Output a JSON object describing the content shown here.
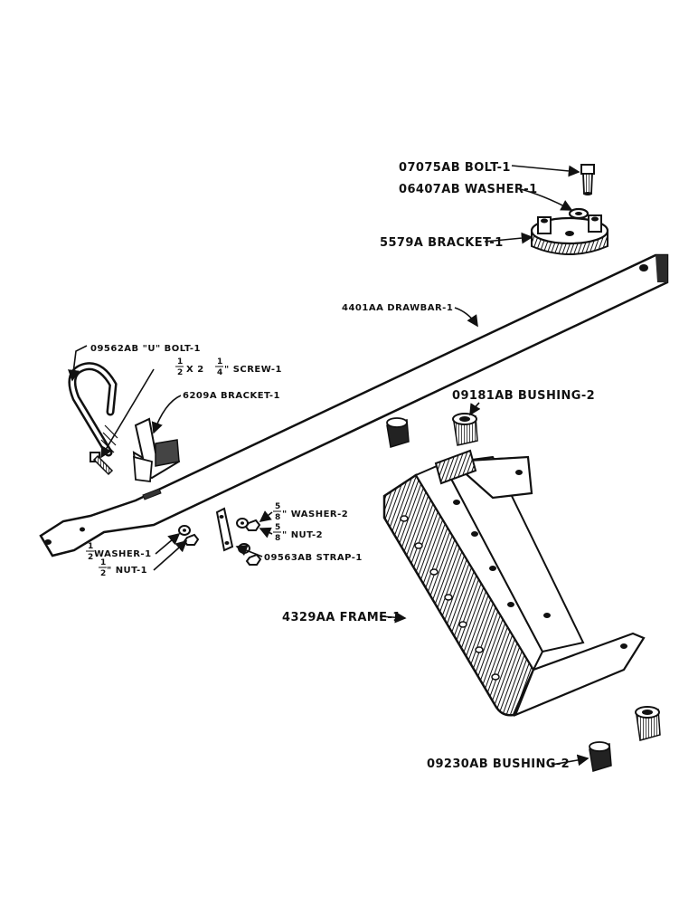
{
  "colors": {
    "ink": "#111111",
    "paper": "#ffffff",
    "shade": "#3a3a3a"
  },
  "labels": {
    "bolt": "07075AB BOLT-1",
    "washer_top": "06407AB WASHER-1",
    "bracket_top": "5579A BRACKET-1",
    "drawbar": "4401AA DRAWBAR-1",
    "u_bolt": "09562AB \"U\" BOLT-1",
    "screw_frac_num": "1",
    "screw_frac_den": "2",
    "screw_mid": "X 2",
    "screw_frac2_num": "1",
    "screw_frac2_den": "4",
    "screw_text": "\" SCREW-1",
    "bracket_mid": "6209A BRACKET-1",
    "bushing_top": "09181AB BUSHING-2",
    "washer2_frac_num": "5",
    "washer2_frac_den": "8",
    "washer2_text": "\" WASHER-2",
    "nut2_frac_num": "5",
    "nut2_frac_den": "8",
    "nut2_text": "\" NUT-2",
    "strap": "09563AB STRAP-1",
    "washer1_frac_num": "1",
    "washer1_frac_den": "2",
    "washer1_text": " WASHER-1",
    "nut1_frac_num": "1",
    "nut1_frac_den": "2",
    "nut1_text": "\" NUT-1",
    "frame": "4329AA FRAME-1",
    "bushing_bottom": "09230AB BUSHING-2"
  }
}
